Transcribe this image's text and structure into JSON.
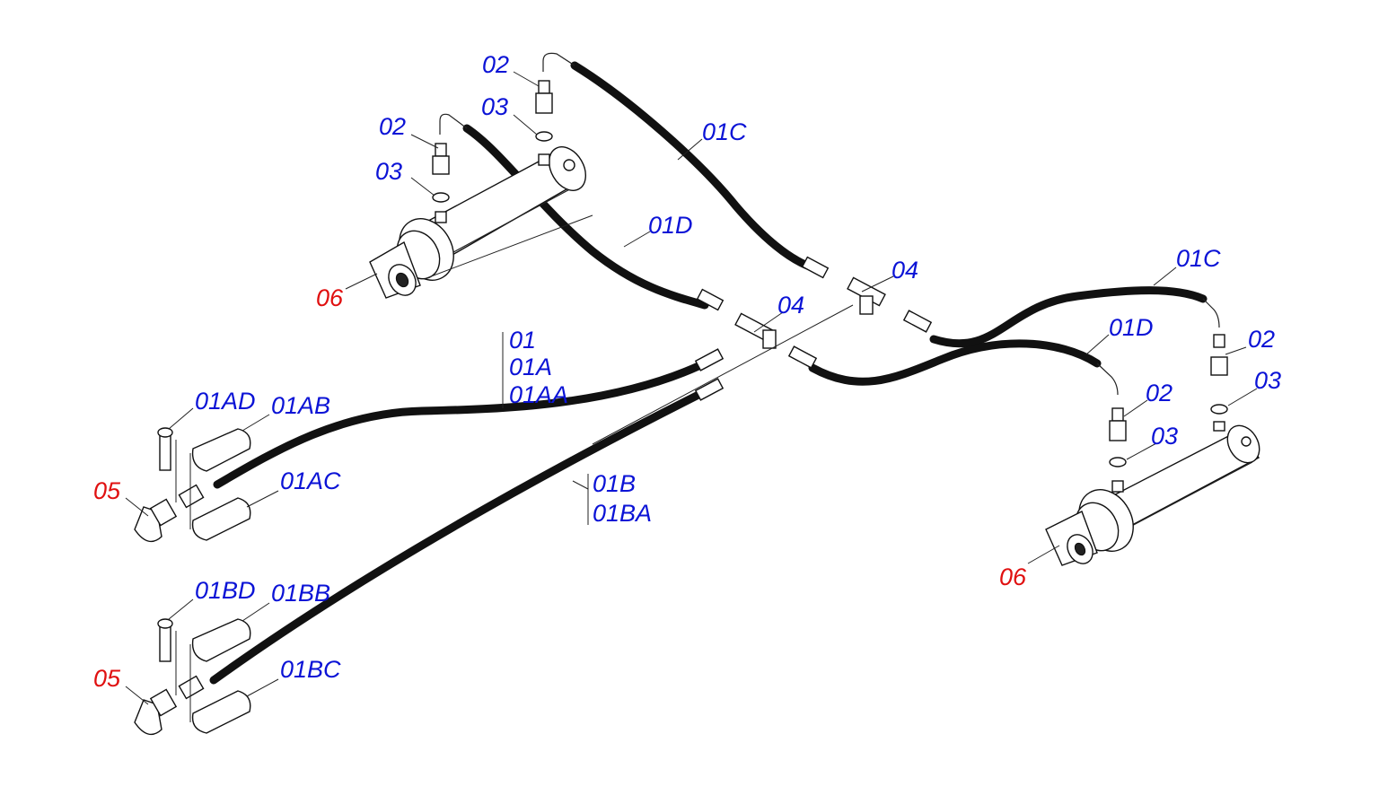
{
  "colors": {
    "callout_blue": "#0b13d6",
    "callout_red": "#e01010",
    "hose": "#111111",
    "line": "#222222"
  },
  "callouts": [
    {
      "id": "c1",
      "text": "02",
      "color": "blue"
    },
    {
      "id": "c2",
      "text": "03",
      "color": "blue"
    },
    {
      "id": "c3",
      "text": "02",
      "color": "blue"
    },
    {
      "id": "c4",
      "text": "03",
      "color": "blue"
    },
    {
      "id": "c5",
      "text": "01C",
      "color": "blue"
    },
    {
      "id": "c6",
      "text": "01D",
      "color": "blue"
    },
    {
      "id": "c7",
      "text": "06",
      "color": "red"
    },
    {
      "id": "c8",
      "text": "04",
      "color": "blue"
    },
    {
      "id": "c9",
      "text": "04",
      "color": "blue"
    },
    {
      "id": "c10",
      "text": "01C",
      "color": "blue"
    },
    {
      "id": "c11",
      "text": "01D",
      "color": "blue"
    },
    {
      "id": "c12",
      "text": "02",
      "color": "blue"
    },
    {
      "id": "c13",
      "text": "03",
      "color": "blue"
    },
    {
      "id": "c14",
      "text": "02",
      "color": "blue"
    },
    {
      "id": "c15",
      "text": "03",
      "color": "blue"
    },
    {
      "id": "c16",
      "text": "06",
      "color": "red"
    },
    {
      "id": "c17",
      "text": "01",
      "color": "blue"
    },
    {
      "id": "c18",
      "text": "01A",
      "color": "blue"
    },
    {
      "id": "c19",
      "text": "01AA",
      "color": "blue"
    },
    {
      "id": "c20",
      "text": "01AD",
      "color": "blue"
    },
    {
      "id": "c21",
      "text": "01AB",
      "color": "blue"
    },
    {
      "id": "c22",
      "text": "05",
      "color": "red"
    },
    {
      "id": "c23",
      "text": "01AC",
      "color": "blue"
    },
    {
      "id": "c24",
      "text": "01B",
      "color": "blue"
    },
    {
      "id": "c25",
      "text": "01BA",
      "color": "blue"
    },
    {
      "id": "c26",
      "text": "01BD",
      "color": "blue"
    },
    {
      "id": "c27",
      "text": "01BB",
      "color": "blue"
    },
    {
      "id": "c28",
      "text": "05",
      "color": "red"
    },
    {
      "id": "c29",
      "text": "01BC",
      "color": "blue"
    }
  ]
}
